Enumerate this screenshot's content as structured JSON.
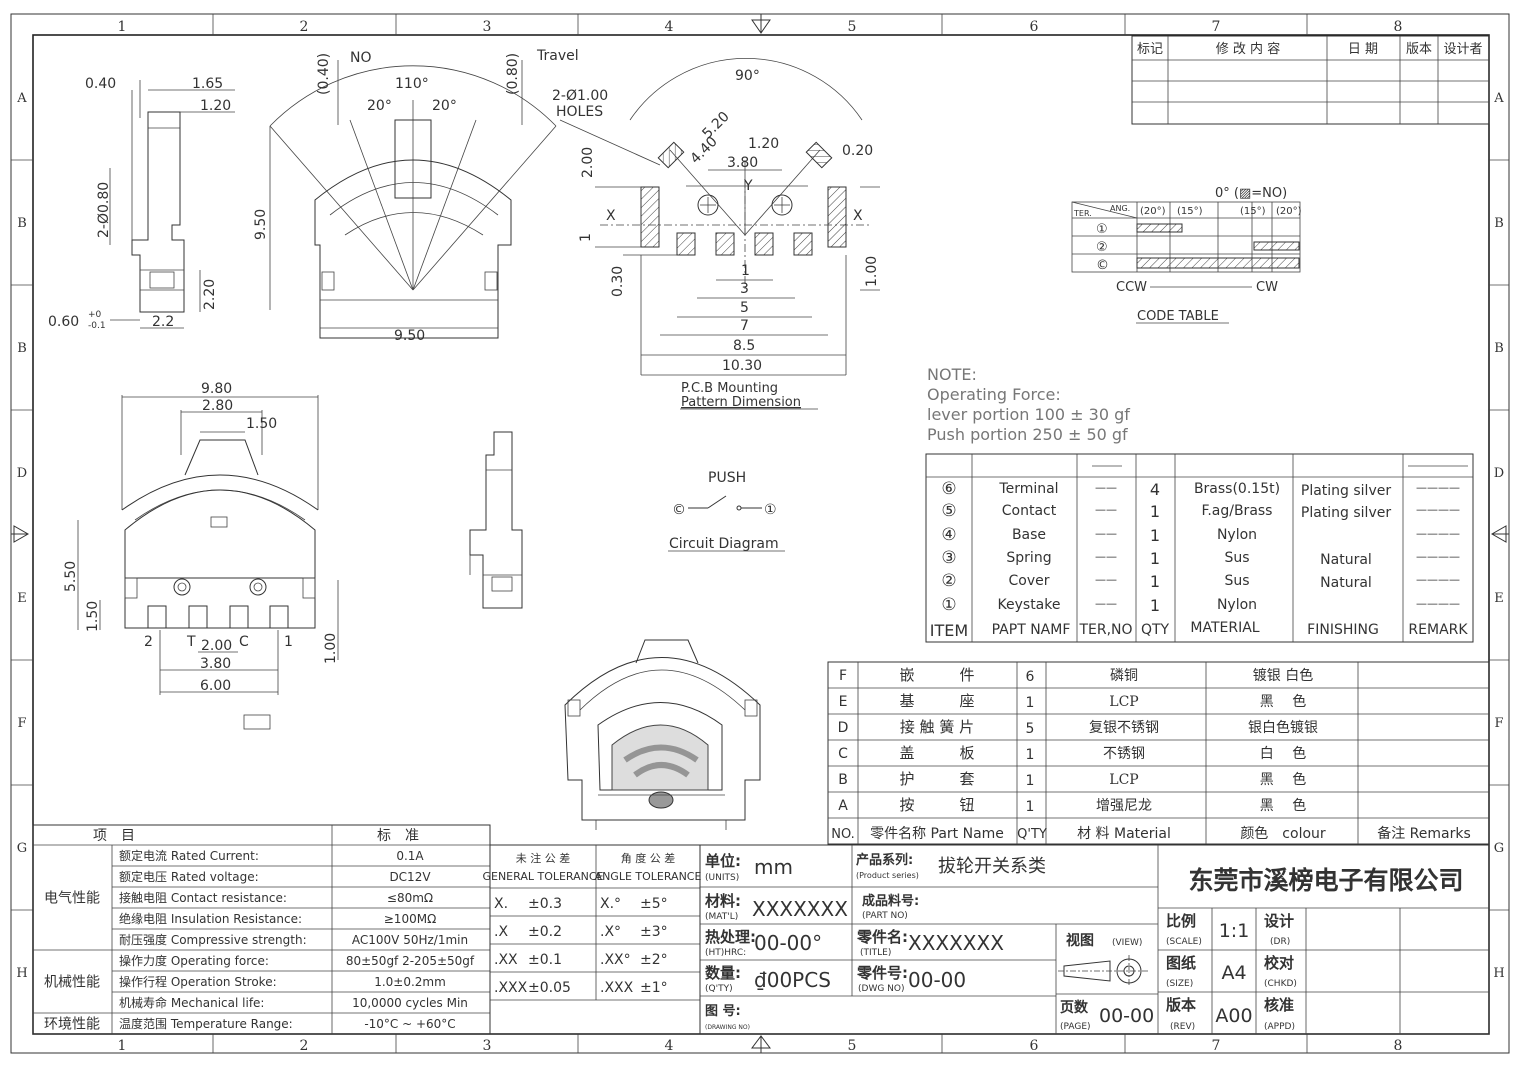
{
  "frame": {
    "col_numbers": [
      "1",
      "2",
      "3",
      "4",
      "5",
      "6",
      "7",
      "8"
    ],
    "row_letters": [
      "A",
      "B",
      "B",
      "D",
      "E",
      "F",
      "G",
      "H"
    ]
  },
  "revision_table": {
    "headers": [
      "标记",
      "修 改 内 容",
      "日 期",
      "版本",
      "设计者"
    ]
  },
  "side_view": {
    "dims": [
      "0.40",
      "1.65",
      "1.20",
      "2-Ø0.80",
      "2.20",
      "0.60",
      "+0",
      "-0.1",
      "2.2"
    ]
  },
  "front_view": {
    "dims": [
      "(0.40)",
      "NO",
      "(0.80)",
      "Travel",
      "110°",
      "20°",
      "20°",
      "9.50",
      "9.50"
    ]
  },
  "pcb": {
    "dims": [
      "90°",
      "2-Ø1.00",
      "HOLES",
      "5.20",
      "4.40",
      "1.20",
      "0.20",
      "3.80",
      "Y",
      "X",
      "X",
      "2.00",
      "1",
      "0.30",
      "1.00",
      "1",
      "3",
      "5",
      "7",
      "8.5",
      "10.30"
    ],
    "caption_1": "P.C.B Mounting",
    "caption_2": "Pattern Dimension"
  },
  "code_table": {
    "legend": "0° (▨=NO)",
    "corner_top": "ANG.",
    "corner_bottom": "TER.",
    "angle_headers": [
      "(20°)",
      "(15°)",
      "(15°)",
      "(20°)"
    ],
    "rows": [
      "①",
      "②",
      "©"
    ],
    "ccw": "CCW",
    "cw": "CW",
    "caption": "CODE TABLE"
  },
  "note": {
    "lines": [
      "NOTE:",
      "Operating Force:",
      "lever portion 100 ± 30 gf",
      "Push portion 250 ± 50 gf"
    ]
  },
  "parts_en": {
    "rows": [
      {
        "item": "⑥",
        "name": "Terminal",
        "ter": "——",
        "qty": "4",
        "material": "Brass(0.15t)",
        "finishing": "Plating silver",
        "remark": "————"
      },
      {
        "item": "⑤",
        "name": "Contact",
        "ter": "——",
        "qty": "1",
        "material": "F.ag/Brass",
        "finishing": "Plating silver",
        "remark": "————"
      },
      {
        "item": "④",
        "name": "Base",
        "ter": "——",
        "qty": "1",
        "material": "Nylon",
        "finishing": "",
        "remark": "————"
      },
      {
        "item": "③",
        "name": "Spring",
        "ter": "——",
        "qty": "1",
        "material": "Sus",
        "finishing": "Natural",
        "remark": "————"
      },
      {
        "item": "②",
        "name": "Cover",
        "ter": "——",
        "qty": "1",
        "material": "Sus",
        "finishing": "Natural",
        "remark": "————"
      },
      {
        "item": "①",
        "name": "Keystake",
        "ter": "——",
        "qty": "1",
        "material": "Nylon",
        "finishing": "",
        "remark": "————"
      }
    ],
    "header": {
      "item": "ITEM",
      "name": "PAPT NAMF",
      "ter": "TER,NO",
      "qty": "QTY",
      "material": "MATERIAL",
      "finishing": "FINISHING",
      "remark": "REMARK"
    }
  },
  "bottom_view": {
    "dims": [
      "9.80",
      "2.80",
      "1.50",
      "5.50",
      "1.50",
      "2",
      "T",
      "2.00",
      "C",
      "1",
      "3.80",
      "6.00",
      "1.00"
    ]
  },
  "circuit": {
    "push": "PUSH",
    "caption": "Circuit Diagram",
    "left": "©",
    "right": "①"
  },
  "parts_cn": {
    "rows": [
      {
        "id": "F",
        "name": "嵌　　　件",
        "qty": "6",
        "material": "磷铜",
        "color": "镀银 白色"
      },
      {
        "id": "E",
        "name": "基　　　座",
        "qty": "1",
        "material": "LCP",
        "color": "黑　 色"
      },
      {
        "id": "D",
        "name": "接 触 簧 片",
        "qty": "5",
        "material": "复银不锈钢",
        "color": "银白色镀银"
      },
      {
        "id": "C",
        "name": "盖　　　板",
        "qty": "1",
        "material": "不锈钢",
        "color": "白　 色"
      },
      {
        "id": "B",
        "name": "护　　　套",
        "qty": "1",
        "material": "LCP",
        "color": "黑　 色"
      },
      {
        "id": "A",
        "name": "按　　　钮",
        "qty": "1",
        "material": "增强尼龙",
        "color": "黑　 色"
      }
    ],
    "header": {
      "id": "NO.",
      "name": "零件名称 Part Name",
      "qty": "Q'TY",
      "material": "材 料 Material",
      "color": "颜色　colour",
      "remark": "备注 Remarks"
    }
  },
  "spec_table": {
    "h_item": "项　目",
    "h_std": "标　准",
    "groups": [
      {
        "label": "电气性能",
        "rows": [
          {
            "name": "额定电流 Rated Current:",
            "value": "0.1A"
          },
          {
            "name": "额定电压 Rated voltage:",
            "value": "DC12V"
          },
          {
            "name": "接触电阻 Contact resistance:",
            "value": "≤80mΩ"
          },
          {
            "name": "绝缘电阻 Insulation Resistance:",
            "value": "≥100MΩ"
          },
          {
            "name": "耐压强度 Compressive strength:",
            "value": "AC100V 50Hz/1min"
          }
        ]
      },
      {
        "label": "机械性能",
        "rows": [
          {
            "name": "操作力度 Operating force:",
            "value": "80±50gf 2-205±50gf"
          },
          {
            "name": "操作行程 Operation Stroke:",
            "value": "1.0±0.2mm"
          },
          {
            "name": "机械寿命 Mechanical life:",
            "value": "10,0000 cycles Min"
          }
        ]
      },
      {
        "label": "环境性能",
        "rows": [
          {
            "name": "温度范围 Temperature Range:",
            "value": "-10°C ~ +60°C"
          }
        ]
      }
    ]
  },
  "tolerance": {
    "general_cn": "未 注 公 差",
    "general_en": "GENERAL TOLERANCE",
    "angle_cn": "角 度 公 差",
    "angle_en": "ANGLE TOLERANCE",
    "rows": [
      {
        "g": "X.",
        "gv": "±0.3",
        "a": "X.°",
        "av": "±5°"
      },
      {
        "g": ".X",
        "gv": "±0.2",
        "a": ".X°",
        "av": "±3°"
      },
      {
        "g": ".XX",
        "gv": "±0.1",
        "a": ".XX°",
        "av": "±2°"
      },
      {
        "g": ".XXX",
        "gv": "±0.05",
        "a": ".XXX",
        "av": "±1°"
      }
    ]
  },
  "title_block": {
    "units_cn": "单位:",
    "units_en": "(UNITS)",
    "units_val": "mm",
    "mat_cn": "材料:",
    "mat_en": "(MAT'L)",
    "mat_val": "XXXXXXX",
    "ht_cn": "热处理:",
    "ht_en": "(HT)HRC:",
    "ht_val": "00-00°",
    "qty_cn": "数量:",
    "qty_en": "(Q'TY)",
    "qty_val": "₫00PCS",
    "drw_cn": "图 号:",
    "drw_en": "(DRAWING NO)",
    "series_cn": "产品系列:",
    "series_en": "(Product series)",
    "series_val": "拔轮开关系类",
    "partno_cn": "成品料号:",
    "partno_en": "(PART NO)",
    "title_cn": "零件名:",
    "title_en": "(TITLE)",
    "title_val": "XXXXXXX",
    "dwg_cn": "零件号:",
    "dwg_en": "(DWG NO)",
    "dwg_val": "00-00",
    "company": "东莞市溪榜电子有限公司",
    "view_cn": "视图",
    "view_en": "(VIEW)",
    "page_cn": "页数",
    "page_en": "(PAGE)",
    "page_val": "00-00",
    "scale_cn": "比例",
    "scale_en": "(SCALE)",
    "scale_val": "1:1",
    "size_cn": "图纸",
    "size_en": "(SIZE)",
    "size_val": "A4",
    "rev_cn": "版本",
    "rev_en": "(REV)",
    "rev_val": "A00",
    "dr_cn": "设计",
    "dr_en": "(DR)",
    "chkd_cn": "校对",
    "chkd_en": "(CHKD)",
    "appd_cn": "核准",
    "appd_en": "(APPD)"
  }
}
